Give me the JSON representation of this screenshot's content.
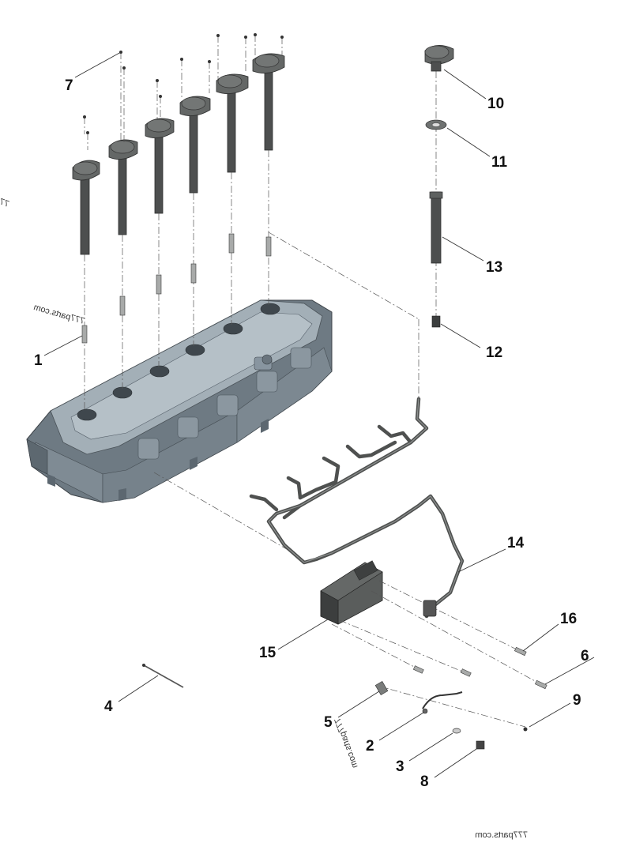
{
  "callouts": {
    "c1": "1",
    "c2": "2",
    "c3": "3",
    "c4": "4",
    "c5": "5",
    "c6": "6",
    "c7": "7",
    "c8": "8",
    "c9": "9",
    "c10": "10",
    "c11": "11",
    "c12": "12",
    "c13": "13",
    "c14": "14",
    "c15": "15",
    "c16": "16"
  },
  "watermarks": {
    "w1": "777parts.com",
    "w2": "777parts.com",
    "w3": "777parts.com",
    "w4": "77"
  },
  "colors": {
    "cover": "#8f9ba3",
    "cover_dark": "#6b7780",
    "coil": "#4d4f4f",
    "harness": "#4f5150"
  }
}
